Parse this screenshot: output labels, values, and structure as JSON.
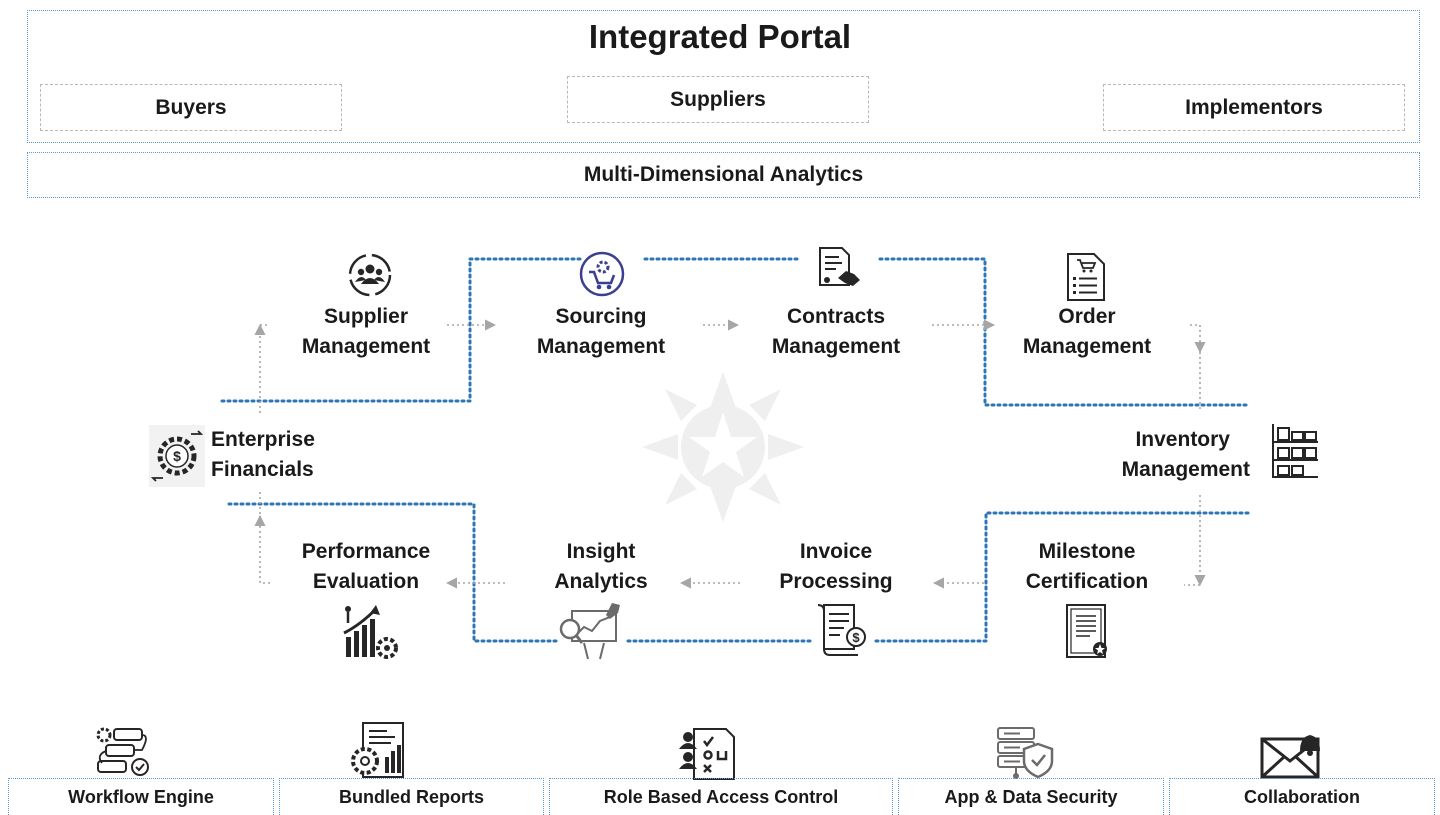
{
  "portal": {
    "title": "Integrated Portal",
    "roles": [
      "Buyers",
      "Suppliers",
      "Implementors"
    ]
  },
  "analytics_label": "Multi-Dimensional Analytics",
  "cycle": {
    "supplier_management": [
      "Supplier",
      "Management"
    ],
    "sourcing_management": [
      "Sourcing",
      "Management"
    ],
    "contracts_management": [
      "Contracts",
      "Management"
    ],
    "order_management": [
      "Order",
      "Management"
    ],
    "inventory_management": [
      "Inventory",
      "Management"
    ],
    "milestone_certification": [
      "Milestone",
      "Certification"
    ],
    "invoice_processing": [
      "Invoice",
      "Processing"
    ],
    "insight_analytics": [
      "Insight",
      "Analytics"
    ],
    "performance_evaluation": [
      "Performance",
      "Evaluation"
    ],
    "enterprise_financials": [
      "Enterprise",
      "Financials"
    ]
  },
  "footer": [
    "Workflow Engine",
    "Bundled Reports",
    "Role Based Access Control",
    "App & Data Security",
    "Collaboration"
  ],
  "colors": {
    "accent_blue": "#2e75b6",
    "dotted_frame": "#5b9bd5",
    "arrow_gray": "#a6a6a6",
    "icon_dark": "#262626"
  },
  "icons": [
    "people-cycle-icon",
    "cart-gear-icon",
    "contract-handshake-icon",
    "order-document-icon",
    "shelves-icon",
    "certificate-icon",
    "invoice-scroll-icon",
    "analytics-rocket-icon",
    "growth-gear-icon",
    "finance-gear-icon",
    "workflow-icon",
    "report-gear-icon",
    "access-control-icon",
    "server-shield-icon",
    "mail-bell-icon",
    "star-sun-watermark"
  ]
}
